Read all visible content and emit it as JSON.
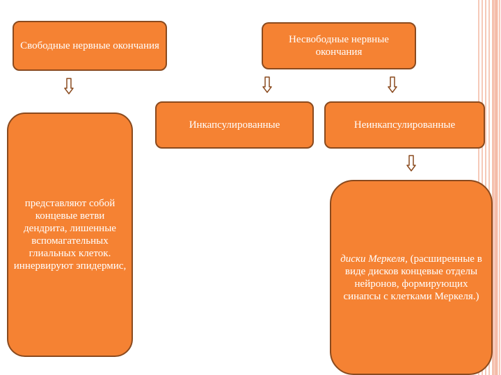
{
  "boxes": {
    "free": "Свободные нервные окончания",
    "nonfree": "Несвободные нервные окончания",
    "encapsulated": "Инкапсулированные",
    "nonencapsulated": "Неинкапсулированные",
    "free_desc": "представляют собой концевые ветви дендрита, лишенные вспомагательных глиальных клеток. иннервируют эпидермис,",
    "merkel_title": "диски Меркеля,",
    "merkel_desc": "(расширенные в виде дисков концевые отделы нейронов, формирующих синапсы с клетками Меркеля.)"
  },
  "colors": {
    "box_fill": "#f58233",
    "box_border": "#8a4a1e",
    "arrow_fill": "#ffffff",
    "arrow_stroke": "#8a4a1e",
    "stripe": "#f6c9b8"
  }
}
